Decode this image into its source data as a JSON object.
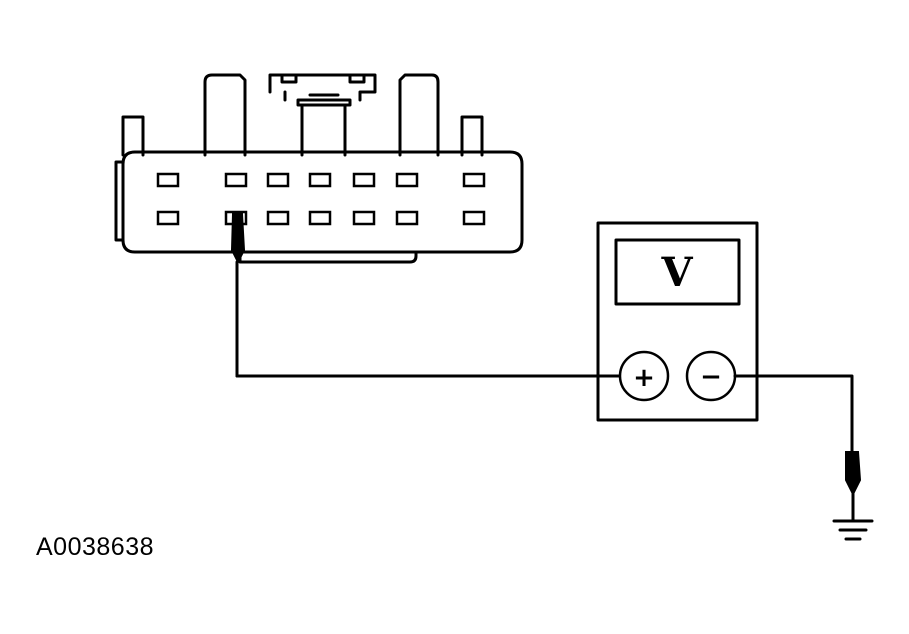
{
  "figure": {
    "id": "A0038638"
  },
  "meter": {
    "symbol": "V",
    "positive_label": "+",
    "negative_label": "−"
  },
  "connector": {
    "pin_rows": 2,
    "pins_per_row": 7
  },
  "colors": {
    "line": "#000000",
    "background": "#ffffff"
  }
}
